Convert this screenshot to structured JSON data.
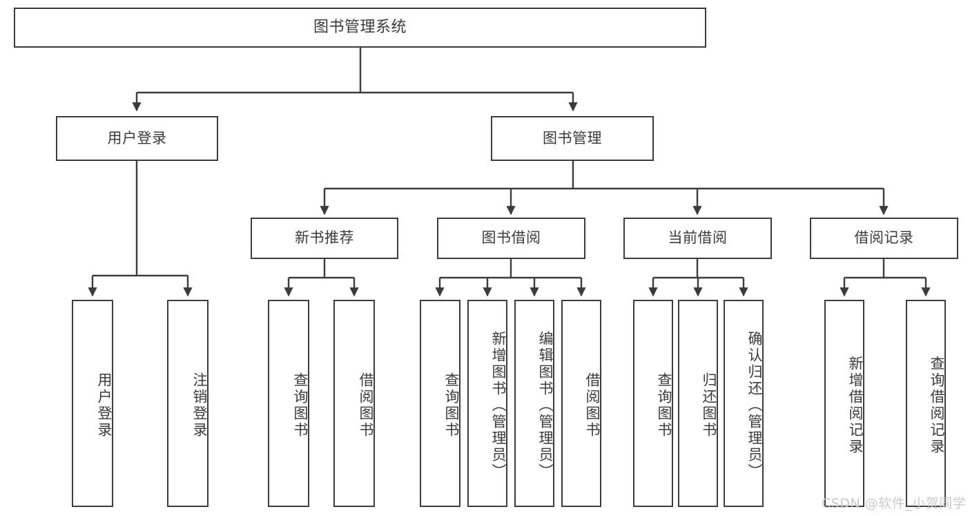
{
  "diagram": {
    "title": "图书管理系统",
    "type": "tree-hierarchy-diagram",
    "colors": {
      "stroke": "#3b3b3b",
      "fill": "#ffffff",
      "text": "#3a3a3a",
      "watermark": "#c9c9c9"
    },
    "levels": {
      "root": {
        "label": "图书管理系统"
      },
      "level2": [
        {
          "label": "用户登录"
        },
        {
          "label": "图书管理"
        }
      ],
      "level3": [
        {
          "label": "新书推荐"
        },
        {
          "label": "图书借阅"
        },
        {
          "label": "当前借阅"
        },
        {
          "label": "借阅记录"
        }
      ],
      "leaves": {
        "user_login": [
          {
            "label": "用户登录"
          },
          {
            "label": "注销登录"
          }
        ],
        "new_book_recommend": [
          {
            "label": "查询图书"
          },
          {
            "label": "借阅图书"
          }
        ],
        "book_borrow": [
          {
            "label": "查询图书"
          },
          {
            "label": "新增图书（管理员）"
          },
          {
            "label": "编辑图书（管理员）"
          },
          {
            "label": "借阅图书"
          }
        ],
        "current_borrow": [
          {
            "label": "查询图书"
          },
          {
            "label": "归还图书"
          },
          {
            "label": "确认归还（管理员）"
          }
        ],
        "borrow_record": [
          {
            "label": "新增借阅记录"
          },
          {
            "label": "查询借阅记录"
          }
        ]
      }
    }
  },
  "watermark": {
    "text": "CSDN @软件_小贺同学"
  }
}
